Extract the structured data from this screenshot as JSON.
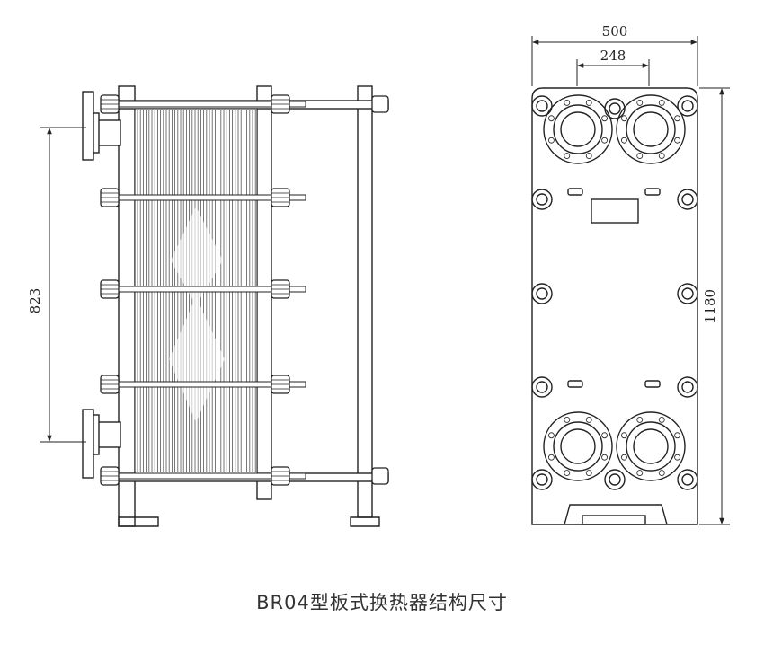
{
  "caption": "BR04型板式换热器结构尺寸",
  "dimensions": {
    "overall_width": "500",
    "port_spacing": "248",
    "overall_height": "1180",
    "port_vertical_spacing": "823"
  },
  "colors": {
    "line": "#222222",
    "caption": "#333333",
    "background": "#ffffff"
  }
}
